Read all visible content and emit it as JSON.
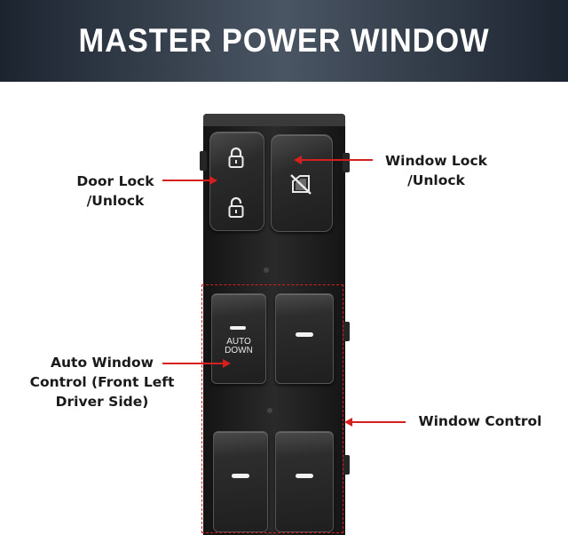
{
  "header": {
    "title": "MASTER POWER WINDOW SWITCH",
    "background": "#2f3844"
  },
  "callouts": {
    "door_lock": {
      "line1": "Door Lock",
      "line2": "/Unlock"
    },
    "window_lock": {
      "line1": "Window Lock",
      "line2": "/Unlock"
    },
    "auto_window": {
      "line1": "Auto Window",
      "line2": "Control (Front Left",
      "line3": "Driver Side)"
    },
    "window_control": {
      "label": "Window Control"
    }
  },
  "switch": {
    "auto_button_text": {
      "line1": "AUTO",
      "line2": "DOWN"
    },
    "icons": [
      "lock-closed-icon",
      "lock-open-icon",
      "window-lock-icon"
    ]
  },
  "colors": {
    "accent": "#d61f1f",
    "panel": "#1e1e1e",
    "text": "#1a1a1a"
  }
}
